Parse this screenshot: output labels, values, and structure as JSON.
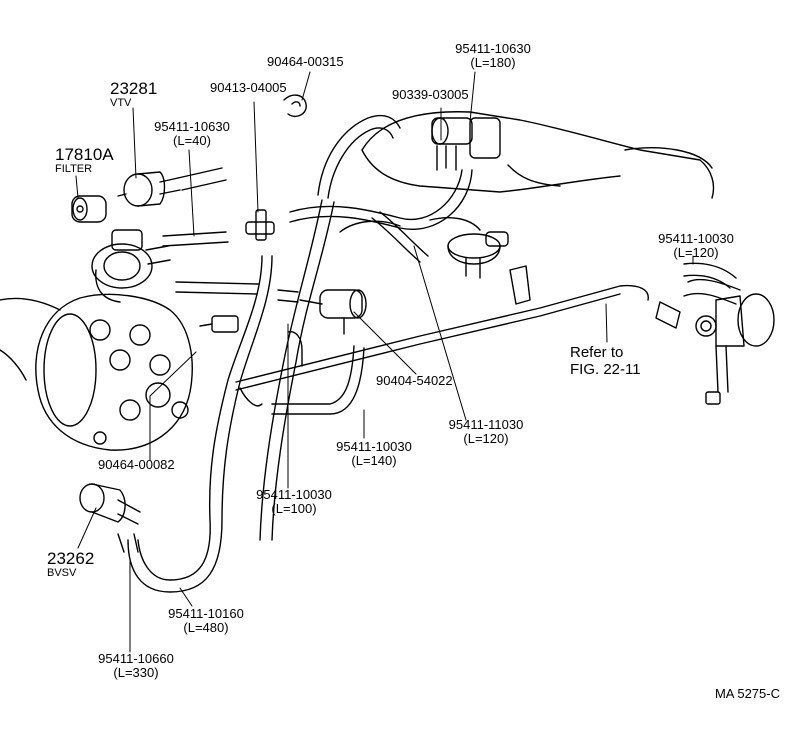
{
  "labels": {
    "p_90464_00315": "90464-00315",
    "p_95411_10630_a": "95411-10630",
    "p_95411_10630_a_len": "(L=180)",
    "p_23281": "23281",
    "p_23281_name": "VTV",
    "p_90413_04005": "90413-04005",
    "p_90339_03005": "90339-03005",
    "p_95411_10630_b": "95411-10630",
    "p_95411_10630_b_len": "(L=40)",
    "p_17810a": "17810A",
    "p_17810a_name": "FILTER",
    "p_95411_10030_a": "95411-10030",
    "p_95411_10030_a_len": "(L=120)",
    "refer_line1": "Refer to",
    "refer_line2": "FIG. 22-11",
    "p_90404_54022": "90404-54022",
    "p_95411_11030": "95411-11030",
    "p_95411_11030_len": "(L=120)",
    "p_95411_10030_b": "95411-10030",
    "p_95411_10030_b_len": "(L=140)",
    "p_90464_00082": "90464-00082",
    "p_95411_10030_c": "95411-10030",
    "p_95411_10030_c_len": "(L=100)",
    "p_23262": "23262",
    "p_23262_name": "BVSV",
    "p_95411_10160": "95411-10160",
    "p_95411_10160_len": "(L=480)",
    "p_95411_10660": "95411-10660",
    "p_95411_10660_len": "(L=330)",
    "fig_id": "MA  5275-C"
  }
}
